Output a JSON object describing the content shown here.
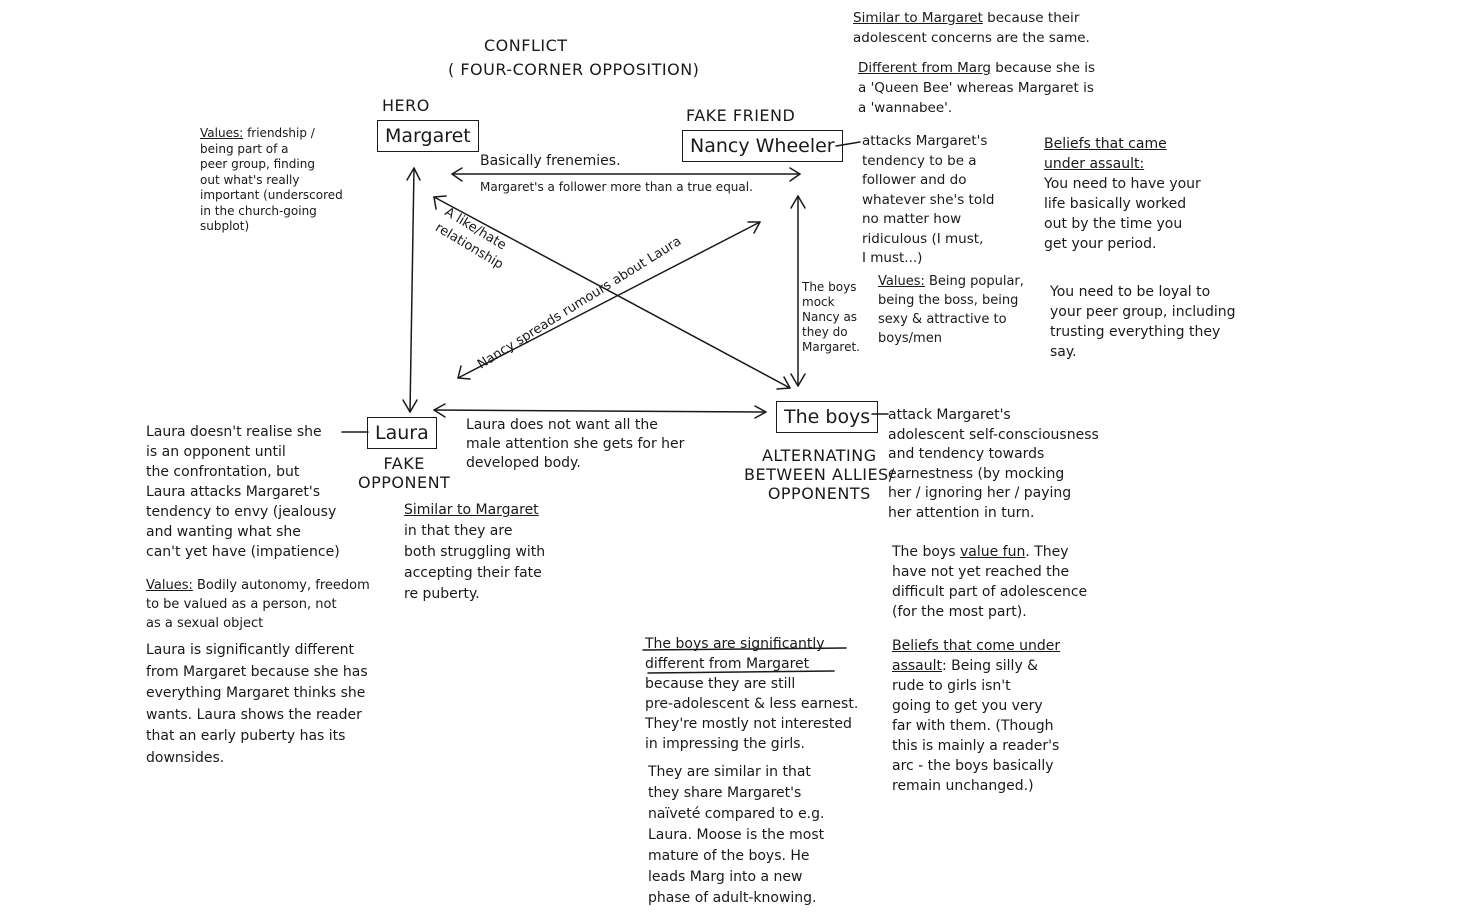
{
  "title": {
    "line1": "CONFLICT",
    "line2": "( FOUR-CORNER OPPOSITION)"
  },
  "nodes": {
    "hero": {
      "role": "HERO",
      "name": "Margaret"
    },
    "fake_friend": {
      "role": "FAKE FRIEND",
      "name": "Nancy Wheeler"
    },
    "fake_opponent": {
      "role": "FAKE\nOPPONENT",
      "name": "Laura"
    },
    "allies": {
      "role": "ALTERNATING\nBETWEEN ALLIES/\nOPPONENTS",
      "name": "The boys"
    }
  },
  "edges": {
    "margaret_nancy": {
      "line1": "Basically frenemies.",
      "line2": "Margaret's a follower more than a true equal."
    },
    "margaret_boys": "A like/hate\nrelationship",
    "nancy_laura": "Nancy spreads rumours about Laura",
    "nancy_boys": "The boys\nmock\nNancy as\nthey do\nMargaret.",
    "laura_boys": "Laura does not want all the\nmale attention she gets for her\ndeveloped body."
  },
  "notes": {
    "margaret_values": {
      "label": "Values:",
      "text": " friendship /\nbeing part of a\npeer group, finding\nout what's really\nimportant (underscored\nin the church-going\nsubplot)"
    },
    "nancy_similar": {
      "label": "Similar to Margaret",
      "text": " because their\nadolescent concerns are the same."
    },
    "nancy_different": {
      "label": "Different from Marg",
      "text": " because she is\na 'Queen Bee' whereas Margaret is\na 'wannabee'."
    },
    "nancy_attacks": "attacks Margaret's\ntendency to be a\nfollower and do\nwhatever she's told\nno matter how\nridiculous (I must,\nI must...)",
    "nancy_values": {
      "label": "Values:",
      "text": " Being popular,\nbeing the boss, being\nsexy & attractive to\nboys/men"
    },
    "beliefs_assault_1": {
      "label": "Beliefs that came\nunder assault:",
      "text": "You need to have your\nlife basically worked\nout by the time you\nget your period."
    },
    "beliefs_assault_2": "You need to be loyal to\nyour peer group, including\ntrusting everything they\nsay.",
    "laura_opponent": "Laura doesn't realise she\nis an opponent until\nthe confrontation, but\nLaura attacks Margaret's\ntendency to envy (jealousy\nand wanting what she\ncan't yet have (impatience)",
    "laura_values": {
      "label": "Values:",
      "text": " Bodily autonomy, freedom\nto be valued as a person, not\nas a sexual object"
    },
    "laura_different": "Laura is significantly different\nfrom Margaret because she has\neverything Margaret thinks she\nwants. Laura shows the reader\nthat an early puberty has its\ndownsides.",
    "laura_similar": {
      "label": "Similar to Margaret",
      "text": "\nin that they are\nboth struggling with\naccepting their fate\nre puberty."
    },
    "boys_attack": "attack Margaret's\nadolescent self-consciousness\nand tendency towards\nearnestness (by mocking\nher / ignoring her / paying\nher attention in turn.",
    "boys_values": {
      "pre": "The boys ",
      "label": "value fun",
      "text": ". They\nhave not yet reached the\ndifficult part of adolescence\n(for the most part)."
    },
    "boys_beliefs": {
      "label": "Beliefs that come under\nassault",
      "text": ": Being silly &\nrude to girls isn't\ngoing to get you very\nfar with them. (Though\nthis is mainly a reader's\narc - the boys basically\nremain unchanged.)"
    },
    "boys_different": {
      "label": "The boys are significantly\ndifferent from Margaret",
      "text": "\nbecause they are still\npre-adolescent & less earnest.\nThey're mostly not interested\nin impressing the girls."
    },
    "boys_similar": "They are similar in that\nthey share Margaret's\nnaïveté compared to e.g.\nLaura. Moose is the most\nmature of the boys. He\nleads Marg into a new\nphase of adult-knowing."
  }
}
